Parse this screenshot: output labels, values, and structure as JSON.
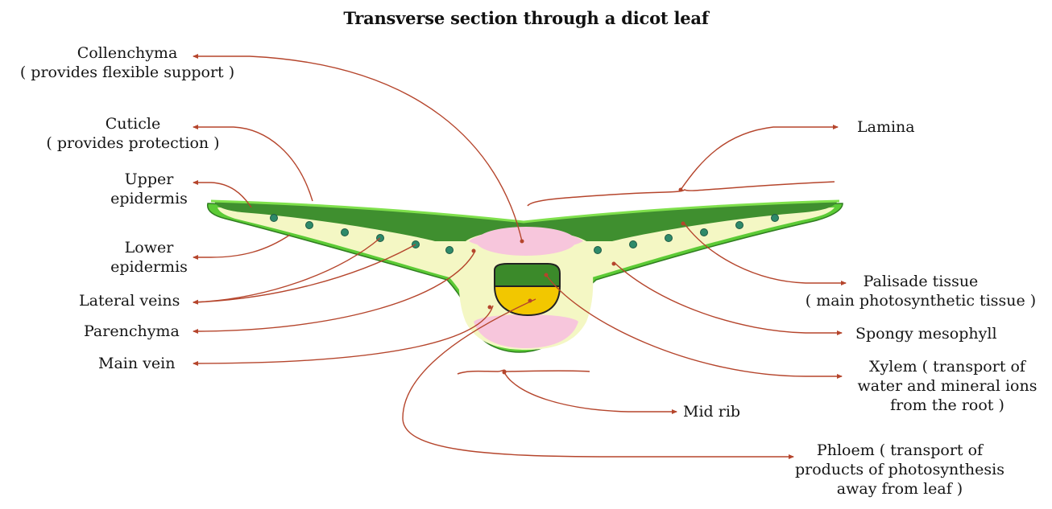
{
  "title": "Transverse section through a dicot leaf",
  "colors": {
    "leader": "#b5452c",
    "palisade_green": "#3f8f2f",
    "outer_green": "#5ccb36",
    "mesophyll_yellow": "#f4f7c4",
    "collenchyma_pink": "#f7c6dc",
    "xylem_green": "#3b8a2a",
    "phloem_yellow": "#f2c700",
    "vein_teal": "#2e8a6a"
  },
  "labels": {
    "collenchyma": {
      "name": "Collenchyma",
      "note": "( provides flexible support )"
    },
    "cuticle": {
      "name": "Cuticle",
      "note": "( provides protection )"
    },
    "upper_epidermis": {
      "line1": "Upper",
      "line2": "epidermis"
    },
    "lower_epidermis": {
      "line1": "Lower",
      "line2": "epidermis"
    },
    "lateral_veins": "Lateral veins",
    "parenchyma": "Parenchyma",
    "main_vein": "Main vein",
    "lamina": "Lamina",
    "palisade": {
      "name": "Palisade tissue",
      "note": "( main photosynthetic tissue )"
    },
    "spongy": "Spongy mesophyll",
    "xylem": {
      "line1": "Xylem ( transport of",
      "line2": "water and mineral ions",
      "line3": "from the root )"
    },
    "midrib": "Mid rib",
    "phloem": {
      "line1": "Phloem ( transport of",
      "line2": "products of photosynthesis",
      "line3": "away from leaf )"
    }
  }
}
